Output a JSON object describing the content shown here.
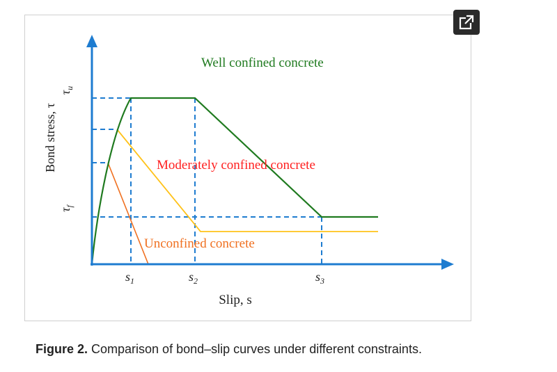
{
  "figure": {
    "y_axis_label": "Bond stress, τ",
    "x_axis_label": "Slip, s",
    "tau_u_label": "τ",
    "tau_u_sub": "u",
    "tau_f_label": "τ",
    "tau_f_sub": "f",
    "s1_label": "s",
    "s1_sub": "1",
    "s2_label": "s",
    "s2_sub": "2",
    "s3_label": "s",
    "s3_sub": "3",
    "curve_well_label": "Well confined concrete",
    "curve_moderate_label": "Moderately confined concrete",
    "curve_unconfined_label": "Unconfined concrete"
  },
  "caption": {
    "number": "Figure 2.",
    "text": " Comparison of bond–slip curves under different constraints."
  },
  "colors": {
    "well": "#1f7a1f",
    "moderate": "#ff2020",
    "moderate_curve": "#ffc21a",
    "unconfined": "#f07020",
    "axis": "#1e7cd0",
    "dashed": "#1e7cd0"
  },
  "icons": {
    "expand": "external-link-icon"
  }
}
